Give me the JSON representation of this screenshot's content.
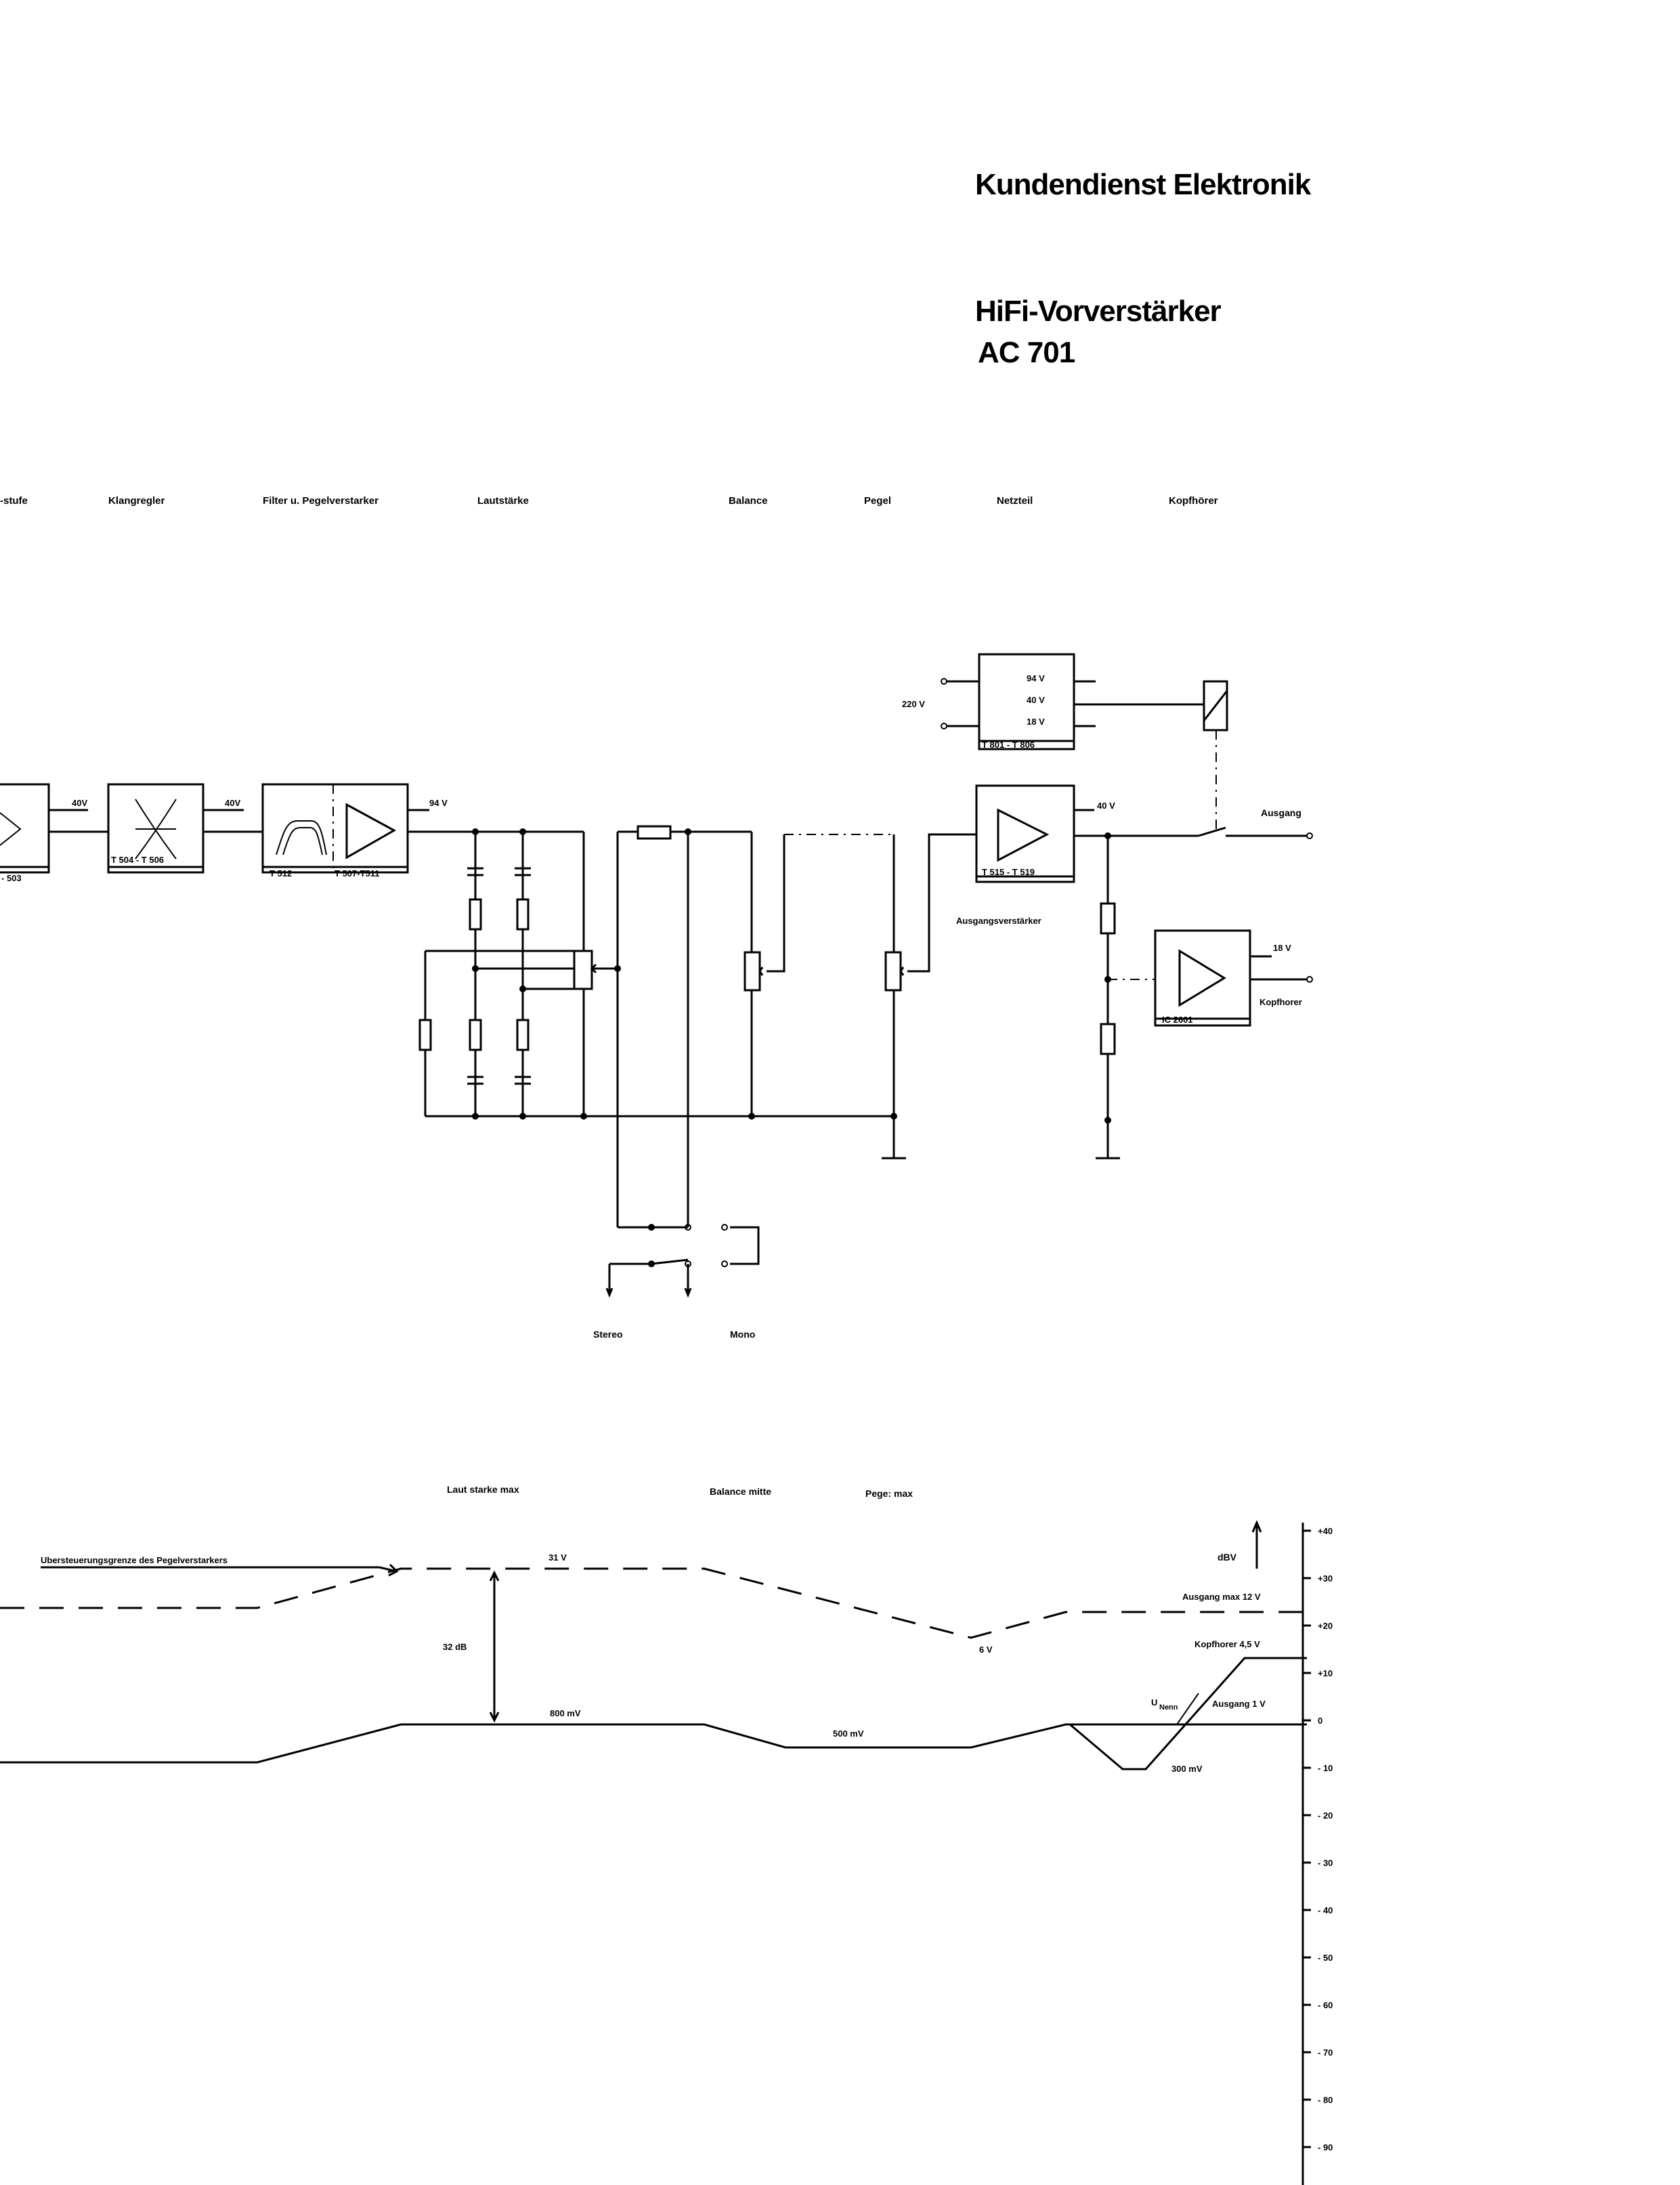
{
  "header": {
    "company": "Kundendienst Elektronik",
    "title_line1": "HiFi-Vorverstärker",
    "title_line2": "AC 701"
  },
  "sections": {
    "vorstufe": "-stufe",
    "klangregler": "Klangregler",
    "filter": "Filter u. Pegelverstarker",
    "lautstaerke": "Lautstärke",
    "balance": "Balance",
    "pegel": "Pegel",
    "netzteil": "Netzteil",
    "kopfhoerer": "Kopfhörer"
  },
  "blocks": {
    "b1_label": "- 503",
    "b1_volt": "40V",
    "klang_label": "T 504 - T 506",
    "klang_volt": "40V",
    "filter_label": "T 512",
    "amp_label": "T 507-T511",
    "amp_volt": "94 V",
    "out_label": "T 515 - T 519",
    "out_volt": "40 V",
    "out_name": "Ausgangsverstärker",
    "ausgang": "Ausgang",
    "ic_label": "IC 2601",
    "ic_volt": "18 V",
    "kopfhoerer_out": "Kopfhorer"
  },
  "netzteil": {
    "input": "220 V",
    "v94": "94 V",
    "v40": "40 V",
    "v18": "18 V",
    "label": "T 801 - T 806"
  },
  "switch": {
    "stereo": "Stereo",
    "mono": "Mono"
  },
  "level_diagram": {
    "settings": {
      "lautstaerke": "Laut starke  max",
      "balance": "Balance  mitte",
      "pegel": "Pege: max"
    },
    "overload_label": "Ubersteuerungsgrenze  des  Pegelverstarkers",
    "v31": "31 V",
    "db32": "32 dB",
    "mv800": "800 mV",
    "mv500": "500 mV",
    "v6": "6 V",
    "mv300": "300 mV",
    "unenn": "U",
    "unenn_sub": "Nenn",
    "ausgang_max": "Ausgang max  12 V",
    "kopfhorer_45": "Kopfhorer  4,5 V",
    "ausgang_1v": "Ausgang  1 V",
    "axis_unit": "dBV",
    "ticks": [
      "+40",
      "+30",
      "+20",
      "+10",
      "0",
      "- 10",
      "- 20",
      "- 30",
      "- 40",
      "- 50",
      "- 60",
      "- 70",
      "- 80",
      "- 90"
    ]
  }
}
